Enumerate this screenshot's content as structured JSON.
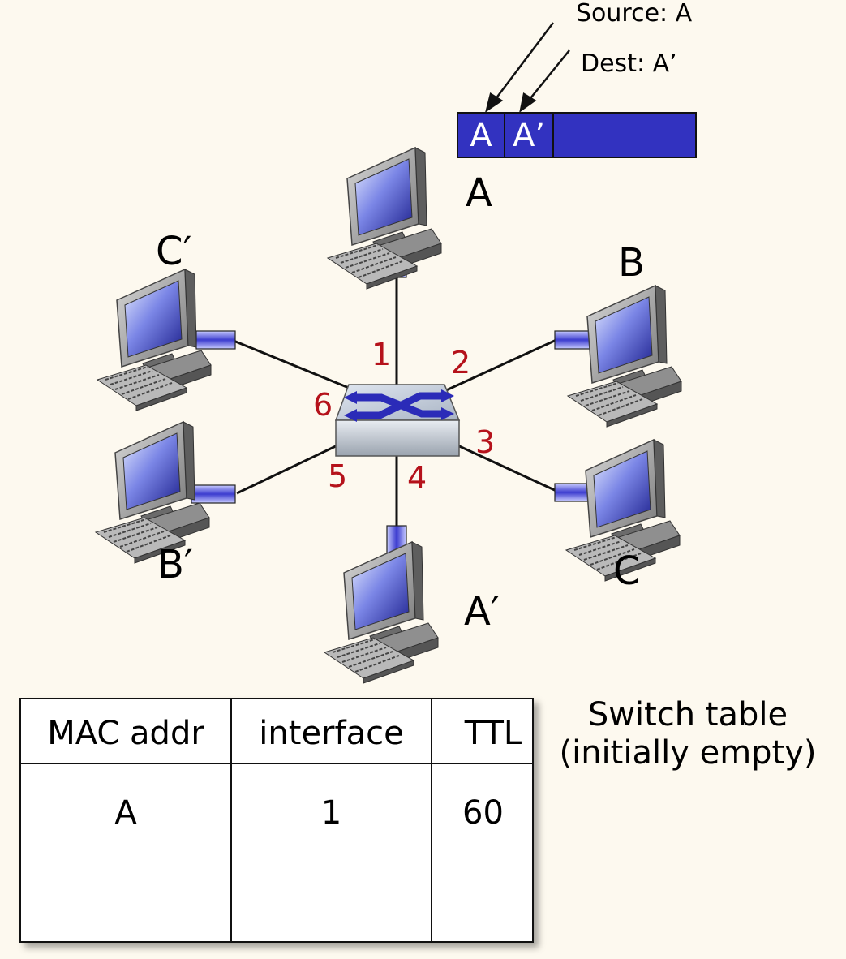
{
  "frame": {
    "source_annotation": "Source: A",
    "dest_annotation": "Dest: A’",
    "fields": [
      "A",
      "A’"
    ]
  },
  "hosts": {
    "A": "A",
    "B": "B",
    "C": "C",
    "A_prime": "A′",
    "B_prime": "B′",
    "C_prime": "C′"
  },
  "switch_ports": [
    "1",
    "2",
    "3",
    "4",
    "5",
    "6"
  ],
  "switch_table": {
    "caption_line1": "Switch table",
    "caption_line2": "(initially empty)",
    "headers": [
      "MAC addr",
      "interface",
      "TTL"
    ],
    "rows": [
      [
        "A",
        "1",
        "60"
      ]
    ]
  },
  "colors": {
    "frame": "#3232c0",
    "port_numbers": "#b5121b",
    "background": "#fdf9ef"
  }
}
